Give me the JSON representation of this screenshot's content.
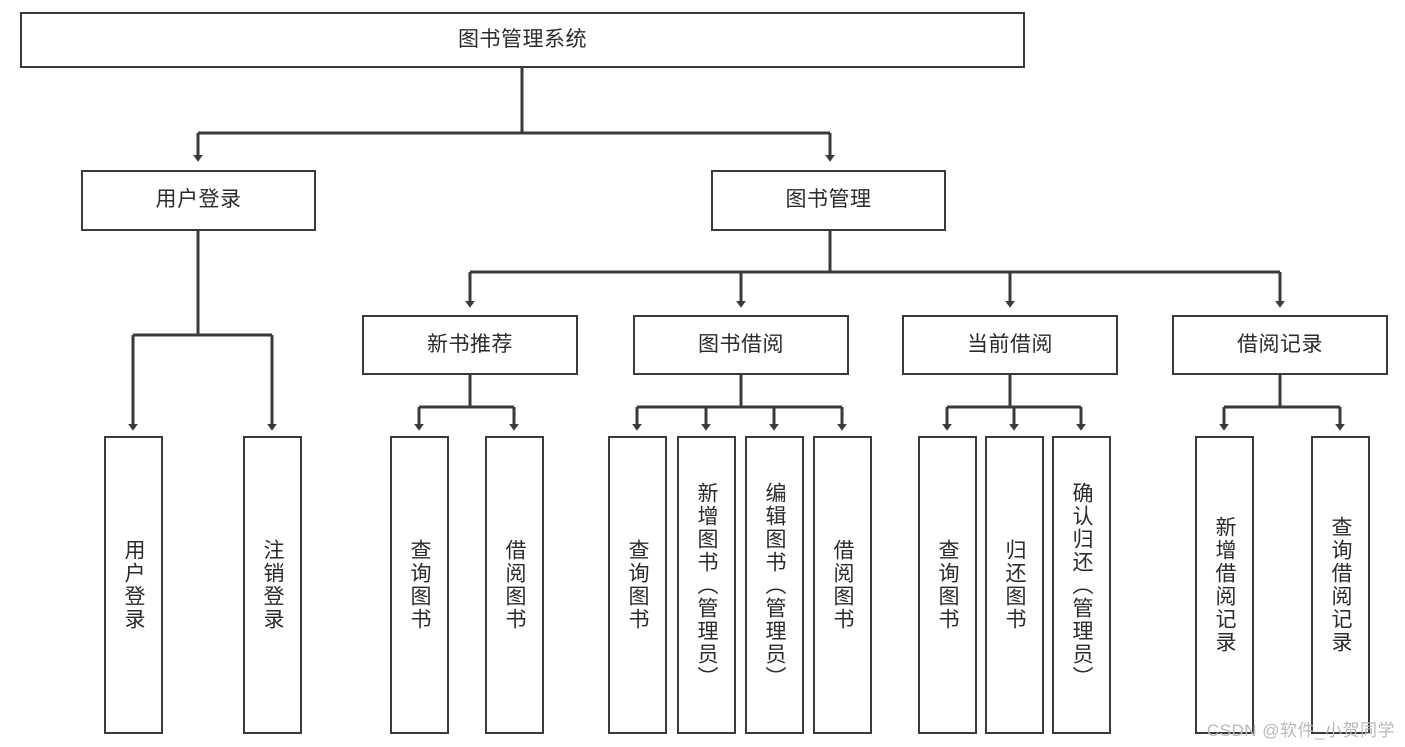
{
  "diagram": {
    "title": "图书管理系统",
    "type": "tree-hierarchy",
    "watermark": "CSDN @软件_小贺同学",
    "colors": {
      "box_border": "#3a3a3a",
      "box_fill": "#ffffff",
      "connector": "#3a3a3a",
      "text": "#2b2b2b",
      "watermark": "#b9b9b9"
    }
  },
  "nodes": {
    "root": {
      "label": "图书管理系统"
    },
    "level2": [
      {
        "label": "用户登录"
      },
      {
        "label": "图书管理"
      }
    ],
    "level3": [
      {
        "label": "新书推荐"
      },
      {
        "label": "图书借阅"
      },
      {
        "label": "当前借阅"
      },
      {
        "label": "借阅记录"
      }
    ],
    "leaves": {
      "user_login": [
        {
          "label": "用户登录"
        },
        {
          "label": "注销登录"
        }
      ],
      "new_book": [
        {
          "label": "查询图书"
        },
        {
          "label": "借阅图书"
        }
      ],
      "book_borrow": [
        {
          "label": "查询图书"
        },
        {
          "label": "新增图书（管理员）"
        },
        {
          "label": "编辑图书（管理员）"
        },
        {
          "label": "借阅图书"
        }
      ],
      "current_borrow": [
        {
          "label": "查询图书"
        },
        {
          "label": "归还图书"
        },
        {
          "label": "确认归还（管理员）"
        }
      ],
      "borrow_record": [
        {
          "label": "新增借阅记录"
        },
        {
          "label": "查询借阅记录"
        }
      ]
    }
  }
}
